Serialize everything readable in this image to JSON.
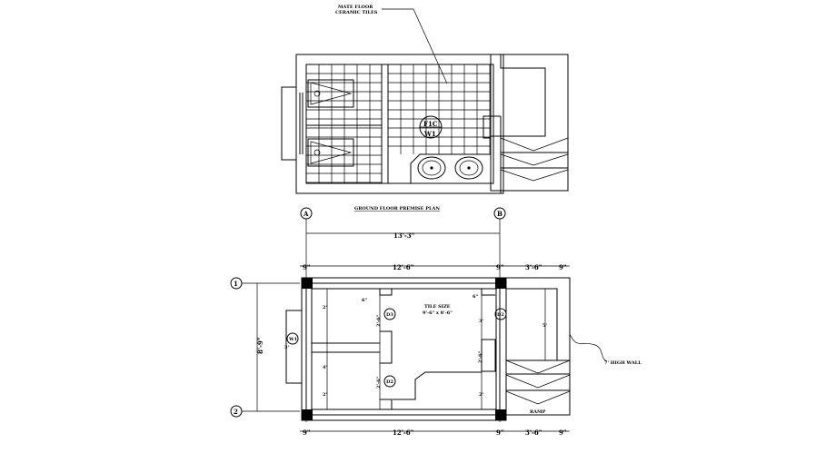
{
  "top_plan": {
    "note_line1": "MATE FLOOR",
    "note_line2": "CERAMIC TILES",
    "tag_top": "F1C",
    "tag_bottom": "W1",
    "title": "GROUND FLOOR PREMISE PLAN"
  },
  "grid": {
    "a": "A",
    "b": "B",
    "one": "1",
    "two": "2"
  },
  "dims": {
    "overall": "13'-3\"",
    "inner": "12'-6\"",
    "wall": "9\"",
    "ramp_width": "3'-6\"",
    "height_overall": "8'-9\"",
    "small_2": "2'",
    "small_3": "3'",
    "small_4": "4'",
    "small_5": "5'",
    "small_6": "6\"",
    "small_24": "2'-6\""
  },
  "floor_plan": {
    "tile_label": "TILE SIZE",
    "tile_size": "9'-6\" x 8'-6\"",
    "door_top": "D3",
    "door_bottom": "D2",
    "door_right": "D2",
    "window": "W1",
    "high_wall": "7' HIGH WALL",
    "ramp": "RAMP"
  }
}
